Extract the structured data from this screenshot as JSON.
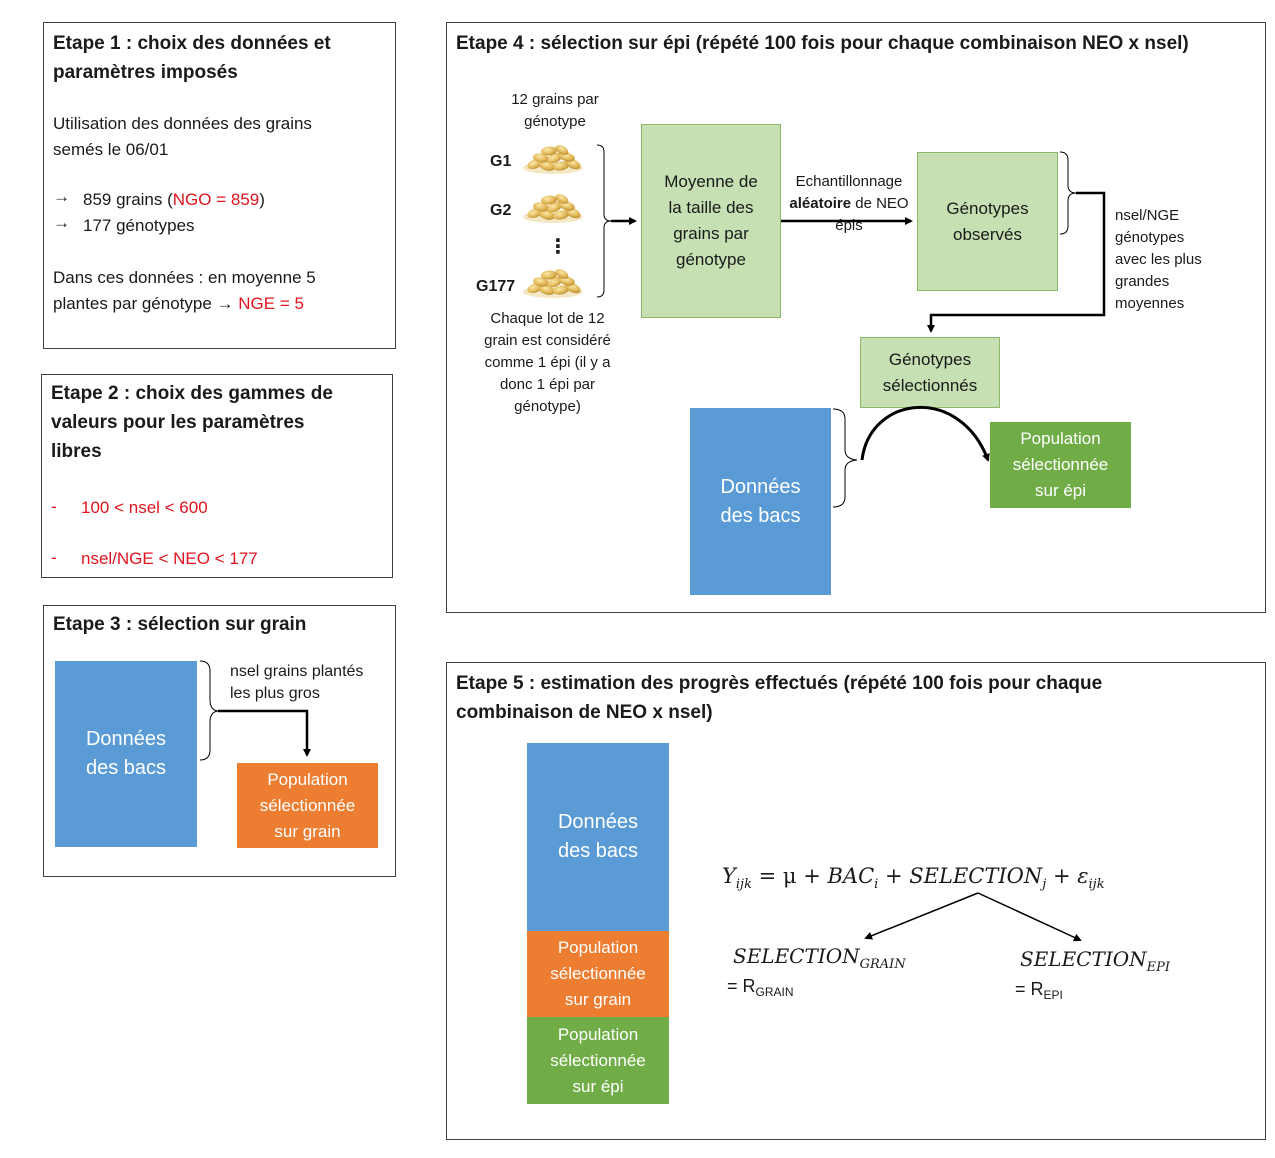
{
  "etape1": {
    "title": "Etape 1 : choix des données et\nparamètres imposés",
    "line1": "Utilisation des données des grains\nsemés le 06/01",
    "item1_text": "859 grains (",
    "item1_red": "NGO = 859",
    "item1_end": ")",
    "item2": "177 génotypes",
    "line3a": "Dans ces données : en moyenne 5",
    "line3b": "plantes par génotype",
    "line3_red": "NGE = 5"
  },
  "etape2": {
    "title": "Etape 2 : choix des gammes de\nvaleurs pour les paramètres\nlibres",
    "range1": "100 < nsel < 600",
    "range2": "nsel/NGE < NEO < 177",
    "bullet": "-"
  },
  "etape3": {
    "title": "Etape 3 : sélection sur grain",
    "bacs": "Données\ndes bacs",
    "note": "nsel grains plantés\nles plus gros",
    "pop": "Population\nsélectionnée\nsur grain"
  },
  "etape4": {
    "title": "Etape 4 : sélection sur épi (répété 100 fois pour chaque combinaison NEO x nsel)",
    "grains_per": "12 grains par\ngénotype",
    "g1": "G1",
    "g2": "G2",
    "dots": "⋮",
    "g177": "G177",
    "lot_note": "Chaque lot de 12\ngrain est considéré\ncomme 1 épi (il y a\ndonc 1 épi par\ngénotype)",
    "moyenne": "Moyenne de\nla taille des\ngrains par\ngénotype",
    "ech_1": "Echantillonnage",
    "ech_bold": "aléatoire",
    "ech_2": " de NEO\népis",
    "observes": "Génotypes\nobservés",
    "nsel_note": "nsel/NGE\ngénotypes\navec les plus\ngrandes\nmoyennes",
    "selectionnes": "Génotypes\nsélectionnés",
    "bacs": "Données\ndes bacs",
    "pop": "Population\nsélectionnée\nsur épi"
  },
  "etape5": {
    "title": "Etape 5 : estimation des progrès effectués (répété 100 fois pour chaque\ncombinaison de NEO x nsel)",
    "bacs": "Données\ndes bacs",
    "pop_grain": "Population\nsélectionnée\nsur grain",
    "pop_epi": "Population\nsélectionnée\nsur épi",
    "eq_Y": "Y",
    "eq_Y_sub": "ijk",
    "eq_mid": " = μ + ",
    "eq_BAC": "BAC",
    "eq_BAC_sub": "i",
    "eq_plus": " + ",
    "eq_SEL": "SELECTION",
    "eq_SEL_sub": "j",
    "eq_plus2": " + ",
    "eq_eps": "ε",
    "eq_eps_sub": "ijk",
    "sel_grain": "SELECTION",
    "sel_grain_sub": "GRAIN",
    "r_grain_pre": "= R",
    "r_grain_sub": "GRAIN",
    "sel_epi": "SELECTION",
    "sel_epi_sub": "EPI",
    "r_epi_pre": "= R",
    "r_epi_sub": "EPI"
  },
  "colors": {
    "blue": "#5b9bd5",
    "orange": "#ed7d31",
    "green": "#70ad47",
    "light_green": "#c6e0b4",
    "red_text": "#e0141e"
  },
  "icons": {
    "grains": "grain-pile-icon",
    "arrow": "arrow-right-icon"
  }
}
